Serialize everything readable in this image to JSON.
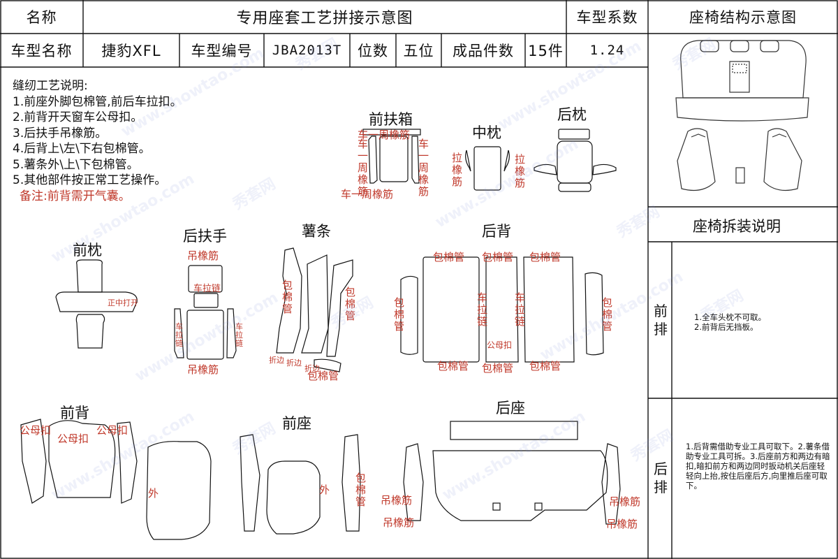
{
  "header": {
    "name_label": "名称",
    "title": "专用座套工艺拼接示意图",
    "coef_label": "车型系数",
    "structure_title": "座椅结构示意图",
    "model_name_label": "车型名称",
    "model_name": "捷豹XFL",
    "model_no_label": "车型编号",
    "model_no": "JBA2013T",
    "seats_label": "位数",
    "seats": "五位",
    "pieces_label": "成品件数",
    "pieces": "15件",
    "coef": "1.24"
  },
  "notes": {
    "heading": "缝纫工艺说明:",
    "items": [
      "1.前座外脚包棉管,前后车拉扣。",
      "2.前背开天窗车公母扣。",
      "3.后扶手吊橡筋。",
      "4.后背上\\左\\下右包棉管。",
      "5.薯条外\\上\\下包棉管。",
      "5.其他部件按正常工艺操作。"
    ],
    "remark": "备注:前背需开气囊。"
  },
  "sections": {
    "front_armrest": "前扶箱",
    "mid_pillow": "中枕",
    "rear_pillow": "后枕",
    "front_pillow": "前枕",
    "rear_armrest": "后扶手",
    "fries": "薯条",
    "rear_back": "后背",
    "front_back": "前背",
    "front_seat": "前座",
    "rear_seat": "后座"
  },
  "labels": {
    "fa_top": "车一周橡筋",
    "fa_left_v": "车一周橡筋",
    "fa_right_v": "车一周橡筋",
    "fa_bottom": "车一周橡筋",
    "mp_left": "拉橡筋",
    "mp_right": "拉橡筋",
    "fp_open": "正中打开",
    "ra_top": "吊橡筋",
    "ra_zip": "车拉链",
    "ra_left": "车拉链",
    "ra_right": "车拉链",
    "ra_bottom": "吊橡筋",
    "fr_left": "包棉管",
    "fr_right": "包棉管",
    "fr_fold1": "折边",
    "fr_fold2": "折边",
    "fr_fold3": "折边",
    "fr_bottom": "包棉管",
    "rb_top1": "包棉管",
    "rb_top2": "包棉管",
    "rb_top3": "包棉管",
    "rb_left": "包棉管",
    "rb_zip1": "车拉链",
    "rb_zip2": "车拉链",
    "rb_right": "包棉管",
    "rb_pubmother": "公母扣",
    "rb_bot1": "包棉管",
    "rb_bot2": "包棉管",
    "rb_bot3": "包棉管",
    "fb_pm1": "公母扣",
    "fb_pm2": "公母扣",
    "fb_pm3": "公母扣",
    "fb_out": "外",
    "fs_out": "外",
    "fs_pipe": "包棉管",
    "rs_l1": "吊橡筋",
    "rs_l2": "吊橡筋",
    "rs_r1": "吊橡筋",
    "rs_r2": "吊橡筋"
  },
  "right_panel": {
    "disassembly_title": "座椅拆装说明",
    "front_row_label": "前排",
    "front_row_text": [
      "1.全车头枕不可取。",
      "2.前背后无挡板。"
    ],
    "rear_row_label": "后排",
    "rear_row_text": "1.后背需借助专业工具可取下。2.薯条借助专业工具可拆。3.后座前方和两边有暗扣,暗扣前方和两边同时扳动机关后座轻轻向上抬,按住后座后方,向里推后座可取下。"
  },
  "watermark": {
    "text1": "www.showtao.com",
    "text2": "秀套网"
  },
  "colors": {
    "label_red": "#c0392b",
    "line": "#111111",
    "watermark": "#96a6dc"
  }
}
